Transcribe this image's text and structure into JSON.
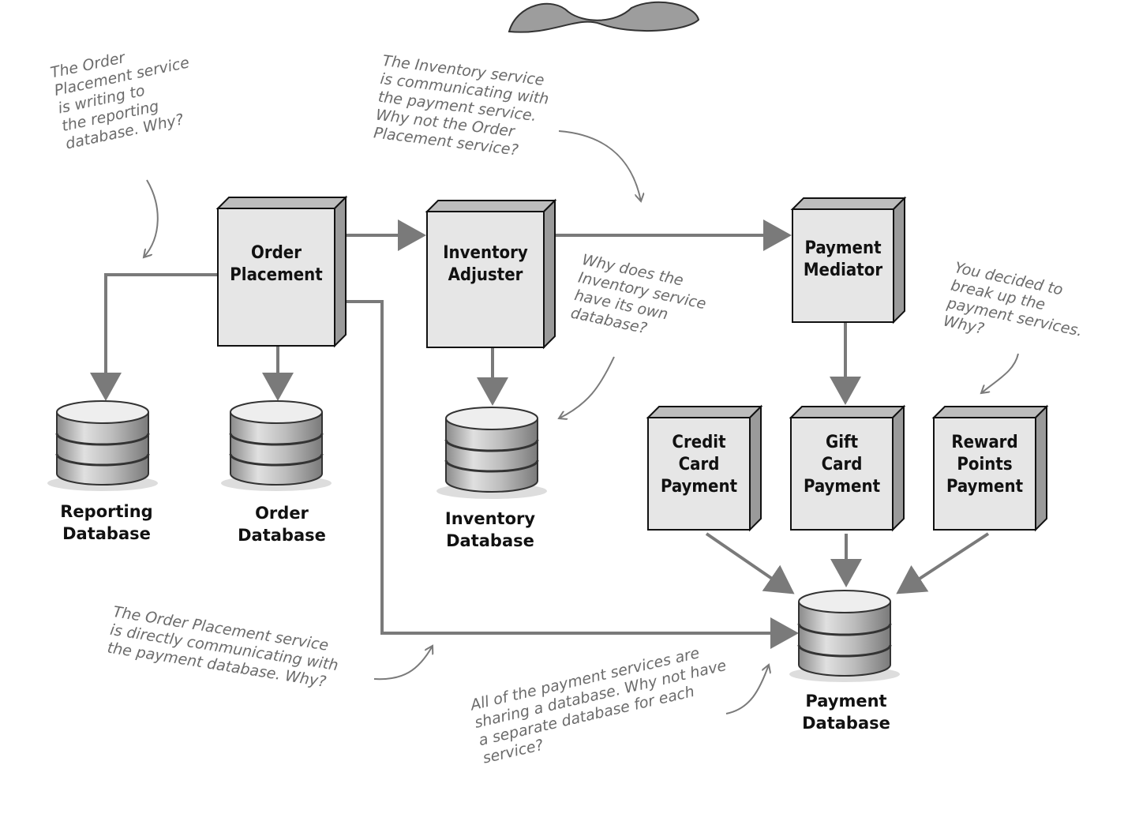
{
  "colors": {
    "arrow": "#7a7a7a",
    "box_face": "#e6e6e6",
    "box_side": "#9a9a9a",
    "note_text": "#6b6b6b",
    "db_body": "#c9c9c9"
  },
  "services": {
    "order_placement": {
      "line1": "Order",
      "line2": "Placement"
    },
    "inventory_adjuster": {
      "line1": "Inventory",
      "line2": "Adjuster"
    },
    "payment_mediator": {
      "line1": "Payment",
      "line2": "Mediator"
    },
    "credit_card_payment": {
      "line1": "Credit",
      "line2": "Card",
      "line3": "Payment"
    },
    "gift_card_payment": {
      "line1": "Gift",
      "line2": "Card",
      "line3": "Payment"
    },
    "reward_points_payment": {
      "line1": "Reward",
      "line2": "Points",
      "line3": "Payment"
    }
  },
  "databases": {
    "reporting": {
      "line1": "Reporting",
      "line2": "Database"
    },
    "order": {
      "line1": "Order",
      "line2": "Database"
    },
    "inventory": {
      "line1": "Inventory",
      "line2": "Database"
    },
    "payment": {
      "line1": "Payment",
      "line2": "Database"
    }
  },
  "notes": {
    "reporting_write": "The Order\nPlacement service\nis writing to\nthe reporting\ndatabase. Why?",
    "inventory_payment": "The Inventory service\nis communicating with\nthe payment service.\nWhy not the Order\nPlacement service?",
    "inventory_db": "Why does the\nInventory service\nhave its own\ndatabase?",
    "break_up": "You decided to\nbreak up the\npayment services.\nWhy?",
    "direct_payment_db": "The Order Placement service\nis directly communicating with\nthe payment database. Why?",
    "shared_db": "All of the payment services are\nsharing a database. Why not have\na separate database for each\nservice?"
  }
}
